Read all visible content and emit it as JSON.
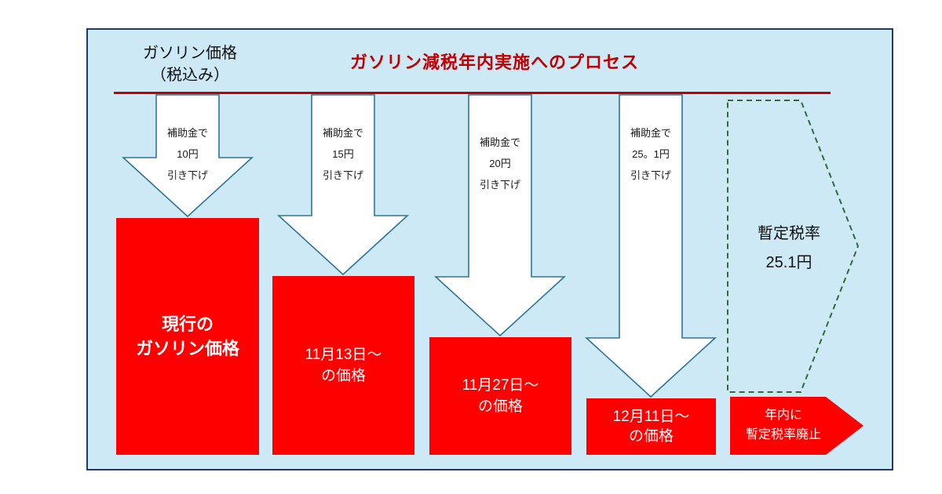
{
  "header": {
    "axis_label_line1": "ガソリン価格",
    "axis_label_line2": "（税込み）",
    "title": "ガソリン減税年内実施へのプロセス"
  },
  "subsidy_arrows": [
    {
      "line1": "補助金で",
      "line2": "10円",
      "line3": "引き下げ"
    },
    {
      "line1": "補助金で",
      "line2": "15円",
      "line3": "引き下げ"
    },
    {
      "line1": "補助金で",
      "line2": "20円",
      "line3": "引き下げ"
    },
    {
      "line1": "補助金で",
      "line2": "25。1円",
      "line3": "引き下げ"
    }
  ],
  "price_bars": [
    {
      "line1": "現行の",
      "line2": "ガソリン価格"
    },
    {
      "line1": "11月13日～",
      "line2": "の価格"
    },
    {
      "line1": "11月27日～",
      "line2": "の価格"
    },
    {
      "line1": "12月11日～",
      "line2": "の価格"
    }
  ],
  "provisional_tax": {
    "line1": "暫定税率",
    "line2": "25.1円"
  },
  "abolition_arrow": {
    "line1": "年内に",
    "line2": "暫定税率廃止"
  },
  "colors": {
    "panel_background": "#cde9f6",
    "panel_border": "#1f3864",
    "bar_red": "#fe0000",
    "title_red": "#c00000",
    "baseline_red": "#c00000",
    "arrow_outline_blue": "#2c7599",
    "dashed_green": "#2f6b33"
  }
}
